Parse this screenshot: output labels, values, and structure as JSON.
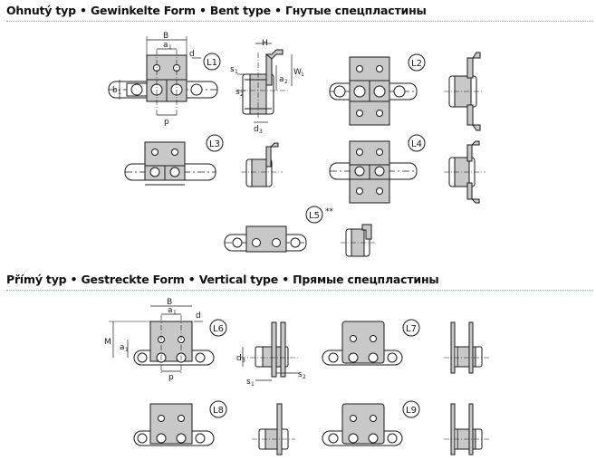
{
  "sections": [
    {
      "title": "Ohnutý typ  •  Gewinkelte Form  •  Bent type  •  Гнутые спецпластины"
    },
    {
      "title": "Přímý typ  •  Gestreckte Form  •  Vertical type  •  Прямые спецпластины"
    }
  ],
  "labels": {
    "L1": "L1",
    "L2": "L2",
    "L3": "L3",
    "L4": "L4",
    "L5": "L5",
    "L5_note": "**",
    "L6": "L6",
    "L7": "L7",
    "L8": "L8",
    "L9": "L9"
  },
  "dims_bent": {
    "B": "B",
    "a1": "a",
    "a1_sub": "1",
    "d": "d",
    "b1": "b",
    "b1_sub": "1",
    "p": "p",
    "H": "H",
    "s1": "s",
    "s1_sub": "1",
    "s2": "s",
    "s2_sub": "2",
    "a2": "a",
    "a2_sub": "2",
    "W1": "W",
    "W1_sub": "1",
    "d3": "d",
    "d3_sub": "3"
  },
  "dims_vertical": {
    "B": "B",
    "a": "a",
    "a_sub": "1",
    "d": "d",
    "M": "M",
    "a1": "a",
    "a1_sub": "1",
    "p": "p",
    "d3": "d",
    "d3_sub": "3",
    "s1": "s",
    "s1_sub": "1",
    "s2": "s",
    "s2_sub": "2"
  },
  "colors": {
    "plate": "#c8c8c8",
    "line": "#1a1a1a",
    "rule": "#8a9aa6"
  }
}
